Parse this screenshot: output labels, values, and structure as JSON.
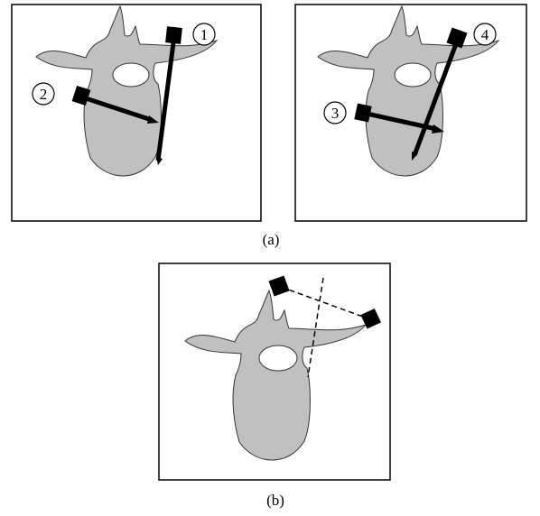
{
  "captions": {
    "a": "(a)",
    "b": "(b)"
  },
  "markers": {
    "m1": "1",
    "m2": "2",
    "m3": "3",
    "m4": "4"
  },
  "colors": {
    "bone_fill": "#c0c0c0",
    "bone_stroke": "#333333",
    "screw": "#000000",
    "frame": "#000000"
  }
}
